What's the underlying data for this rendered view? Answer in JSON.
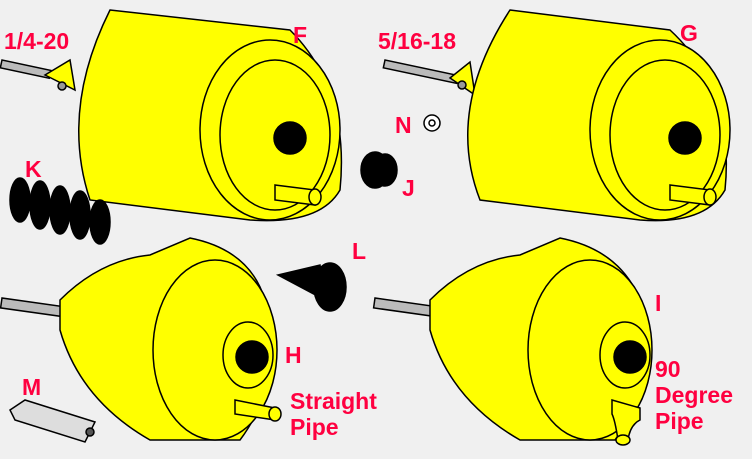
{
  "colors": {
    "background": "#f0f0f0",
    "label": "#ff0040",
    "part": "#ffff00",
    "rubber": "#000000"
  },
  "labels": {
    "thread_f": "1/4-20",
    "f": "F",
    "thread_g": "5/16-18",
    "g": "G",
    "n": "N",
    "k": "K",
    "j": "J",
    "l": "L",
    "h": "H",
    "i": "I",
    "m": "M",
    "straight_pipe_1": "Straight",
    "straight_pipe_2": "Pipe",
    "degree_pipe_1": "90",
    "degree_pipe_2": "Degree",
    "degree_pipe_3": "Pipe"
  }
}
